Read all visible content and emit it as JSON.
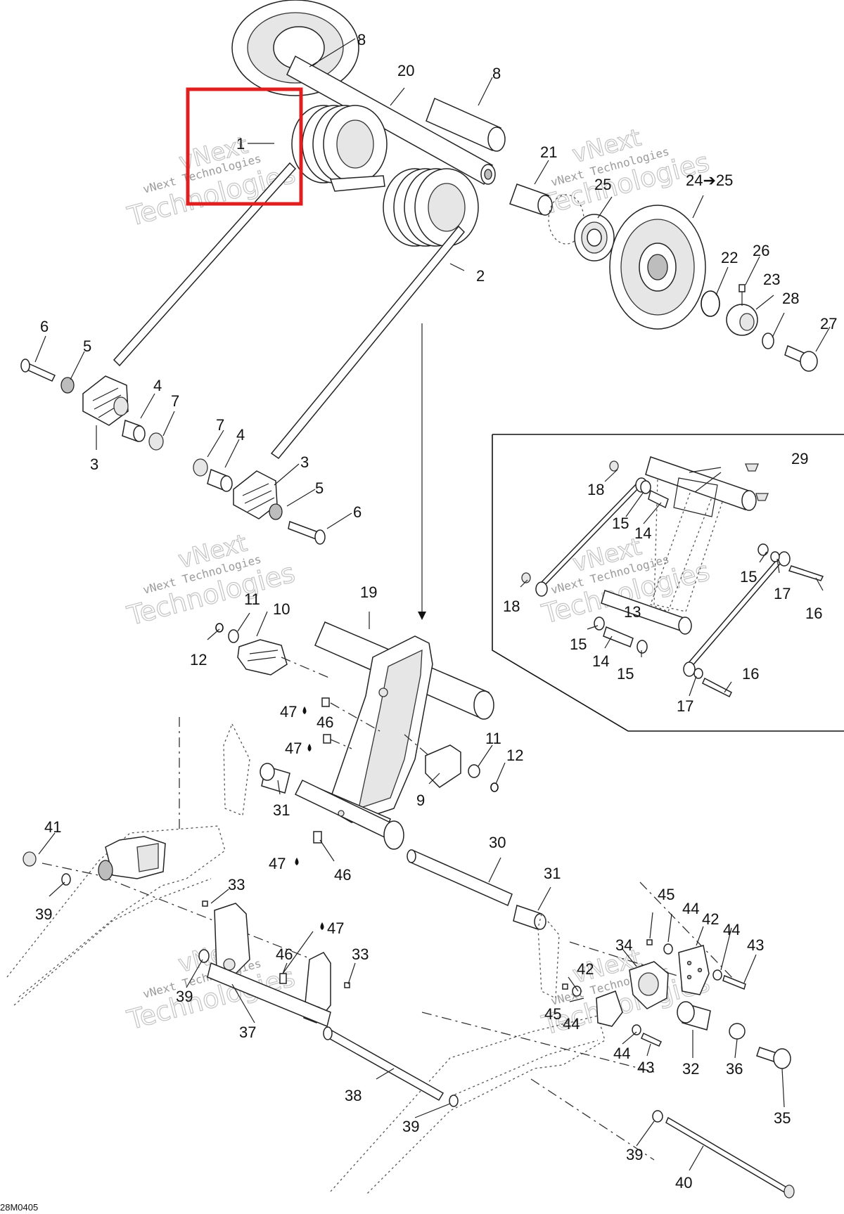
{
  "diagram": {
    "code": "28M0405",
    "watermark_line1": "vNext Technologies",
    "watermark_line2": "Technologies",
    "callouts": {
      "c1": "1",
      "c2": "2",
      "c3a": "3",
      "c3b": "3",
      "c4a": "4",
      "c4b": "4",
      "c5a": "5",
      "c5b": "5",
      "c6a": "6",
      "c6b": "6",
      "c7a": "7",
      "c7b": "7",
      "c8a": "8",
      "c8b": "8",
      "c9": "9",
      "c10": "10",
      "c11a": "11",
      "c11b": "11",
      "c12a": "12",
      "c12b": "12",
      "c13": "13",
      "c14a": "14",
      "c14b": "14",
      "c15a": "15",
      "c15b": "15",
      "c15c": "15",
      "c15d": "15",
      "c16a": "16",
      "c16b": "16",
      "c17a": "17",
      "c17b": "17",
      "c18a": "18",
      "c18b": "18",
      "c19": "19",
      "c20": "20",
      "c21": "21",
      "c22": "22",
      "c23": "23",
      "c24": "24➔25",
      "c25": "25",
      "c26": "26",
      "c27": "27",
      "c28": "28",
      "c29": "29",
      "c30": "30",
      "c31a": "31",
      "c31b": "31",
      "c32": "32",
      "c33a": "33",
      "c33b": "33",
      "c34": "34",
      "c35": "35",
      "c36": "36",
      "c37": "37",
      "c38": "38",
      "c39a": "39",
      "c39b": "39",
      "c39c": "39",
      "c39d": "39",
      "c40": "40",
      "c41": "41",
      "c42a": "42",
      "c42b": "42",
      "c43a": "43",
      "c43b": "43",
      "c44a": "44",
      "c44b": "44",
      "c44c": "44",
      "c44d": "44",
      "c45a": "45",
      "c45b": "45",
      "c46a": "46",
      "c46b": "46",
      "c46c": "46",
      "c47a": "47",
      "c47b": "47",
      "c47c": "47",
      "c47d": "47"
    },
    "colors": {
      "highlight": "#e02020",
      "line": "#111111",
      "watermark": "#c4c4c4"
    }
  }
}
